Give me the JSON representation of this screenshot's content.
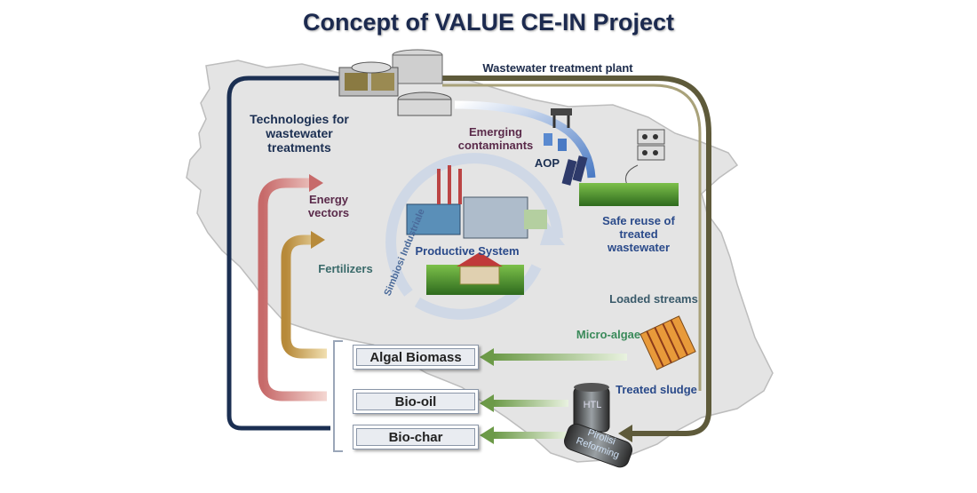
{
  "title": "Concept of VALUE CE-IN Project",
  "labels": {
    "wwtp": "Wastewater treatment plant",
    "technologies": "Technologies for\nwastewater\ntreatments",
    "emerging": "Emerging\ncontaminants",
    "aop": "AOP",
    "energy": "Energy\nvectors",
    "fertilizers": "Fertilizers",
    "productive": "Productive System",
    "simbiosi": "Simbiosi Industriale",
    "safe_reuse": "Safe reuse of\ntreated\nwastewater",
    "loaded": "Loaded streams",
    "microalgae": "Micro-algae",
    "treated_sludge": "Treated sludge",
    "htl": "HTL",
    "pirolisi": "Pirolisi\nReforming"
  },
  "boxes": {
    "algal": "Algal Biomass",
    "biooil": "Bio-oil",
    "biochar": "Bio-char"
  },
  "colors": {
    "title": "#1c2a4f",
    "navy_arrow": "#1b2f52",
    "olive_arrow": "#5e5a3a",
    "blue_label": "#2a4a8a",
    "purple_label": "#5a2a4a",
    "teal_label": "#3a6a6a",
    "green_label": "#3a8a5a"
  }
}
